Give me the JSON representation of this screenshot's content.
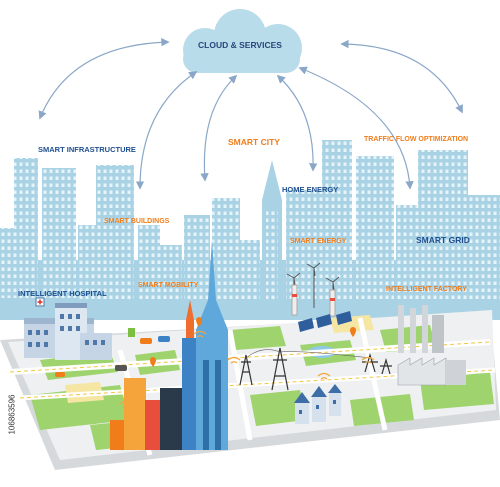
{
  "cloud": {
    "label": "CLOUD & SERVICES"
  },
  "labels": {
    "smart_infrastructure": "SMART INFRASTRUCTURE",
    "smart_city": "SMART CITY",
    "traffic_flow": "TRAFFIC FLOW OPTIMIZATION",
    "home_energy": "HOME ENERGY",
    "smart_buildings": "SMART BUILDINGS",
    "smart_energy": "SMART ENERGY",
    "smart_grid": "SMART GRID",
    "intelligent_hospital": "INTELLIGENT HOSPITAL",
    "smart_mobility": "SMART MOBILITY",
    "intelligent_factory": "INTELLIGENT FACTORY"
  },
  "stock_id": "106863596",
  "colors": {
    "cloud_fill": "#b9dceb",
    "skyline": "#a9d3e5",
    "skyline_window": "#e6f4fa",
    "ground": "#eef0f1",
    "grass": "#9fd36d",
    "road": "#fafafa",
    "water": "#8ec9e8",
    "accent_orange": "#f07d1a",
    "accent_blue": "#1f4f8f",
    "arrow": "#8aa7c7"
  },
  "icons": [
    "cloud-icon",
    "building-icon",
    "hospital-icon",
    "wind-turbine-icon",
    "solar-panel-icon",
    "power-pylon-icon",
    "factory-icon",
    "car-icon",
    "wifi-icon",
    "location-pin-icon"
  ]
}
